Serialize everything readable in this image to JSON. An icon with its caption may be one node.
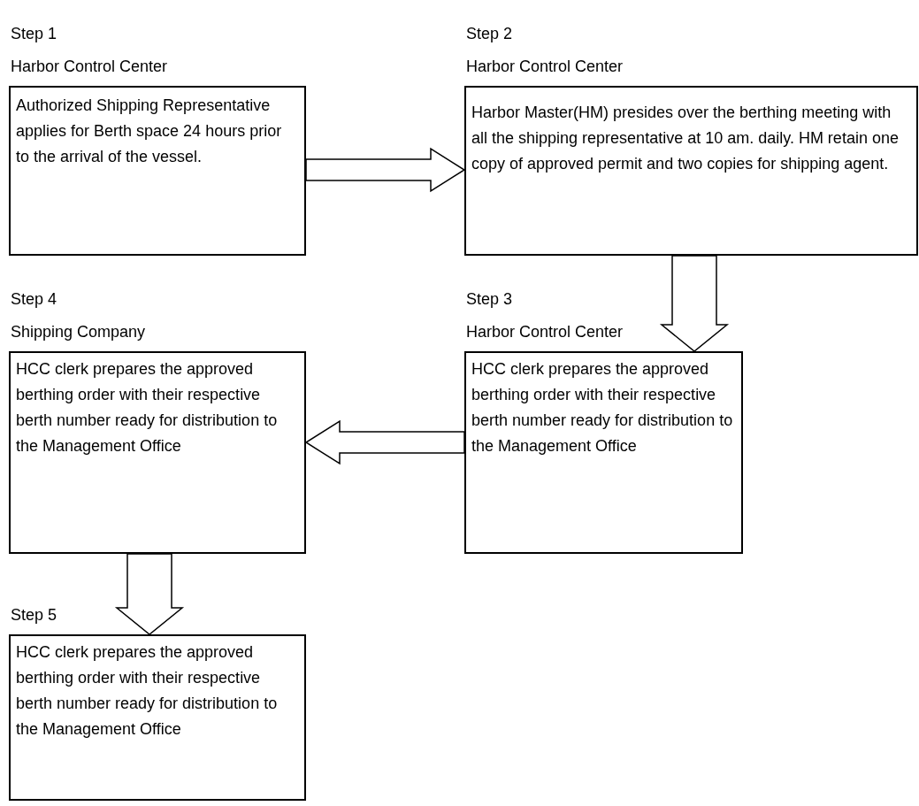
{
  "diagram": {
    "nodes": [
      {
        "text": [
          "Step 1",
          "Harbor Control Center",
          "Authorized Shipping Representative applies for Berth space 24 hours prior to the arrival of the vessel."
        ]
      },
      {
        "text": [
          "Step 2",
          "Harbor Control Center",
          "Harbor Master(HM) presides over the berthing meeting with all the shipping representative at 10 am. daily. HM retain one copy of approved permit and two copies for shipping agent."
        ]
      },
      {
        "text": [
          "Step 3",
          "Harbor Control Center",
          "HCC clerk prepares the approved berthing order with their respective berth number ready for distribution to the Management Office"
        ]
      },
      {
        "text": [
          "Step 4",
          "Shipping Company",
          "HCC clerk prepares the approved berthing order with their respective berth number ready for distribution to the Management Office"
        ]
      },
      {
        "text": [
          "Step 5",
          "HCC clerk prepares the approved berthing order with their respective berth number ready for distribution to the Management Office"
        ]
      }
    ],
    "edges": [
      {
        "from": 0,
        "to": 1,
        "arrow": "to"
      },
      {
        "from": 1,
        "to": 2,
        "arrow": "to"
      },
      {
        "from": 2,
        "to": 3,
        "arrow": "to"
      },
      {
        "from": 3,
        "to": 4,
        "arrow": "to"
      }
    ]
  }
}
